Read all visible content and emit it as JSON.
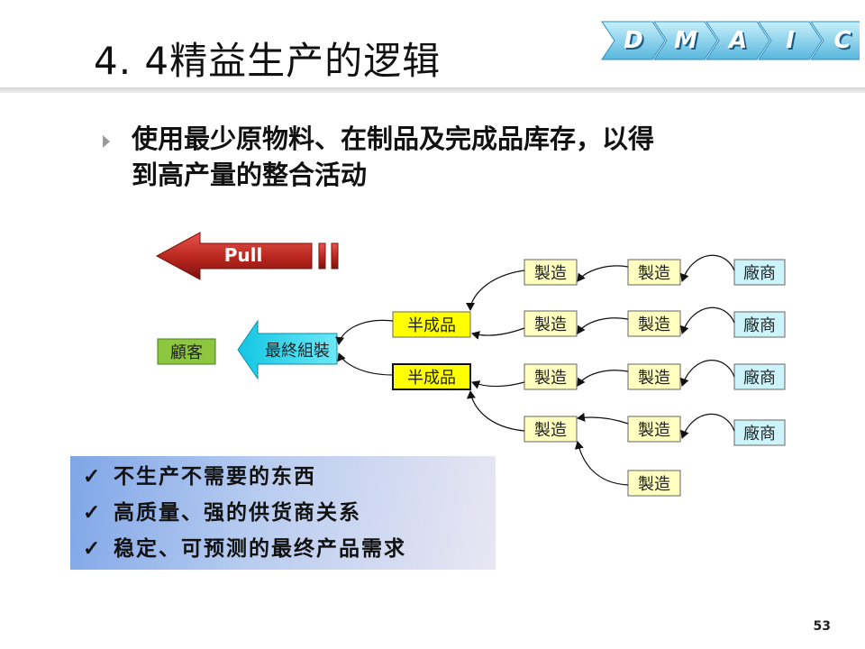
{
  "header": {
    "title": "4. 4精益生产的逻辑",
    "dmaic": [
      "D",
      "M",
      "A",
      "I",
      "C"
    ]
  },
  "bullet": {
    "lines": [
      "使用最少原物料、在制品及完成品库存，以得",
      "到高产量的整合活动"
    ]
  },
  "diagram": {
    "pull_label": "Pull",
    "customer": "顧客",
    "final_assembly": "最終組裝",
    "semi_finished": [
      "半成品",
      "半成品"
    ],
    "mfg_col1": [
      "製造",
      "製造",
      "製造",
      "製造"
    ],
    "mfg_col2": [
      "製造",
      "製造",
      "製造",
      "製造",
      "製造"
    ],
    "suppliers": [
      "廠商",
      "廠商",
      "廠商",
      "廠商"
    ],
    "colors": {
      "pull_arrow": "#b8261f",
      "assembly_arrow": "#22d6ee",
      "customer_box": "#8dc63f",
      "semi_box": "#ffff00",
      "mfg_box": "#ffffc0",
      "supplier_box": "#cdf4fb"
    }
  },
  "checklist": {
    "mark": "✓",
    "items": [
      "不生产不需要的东西",
      "高质量、强的供货商关系",
      "稳定、可预测的最终产品需求"
    ]
  },
  "page_number": "53"
}
